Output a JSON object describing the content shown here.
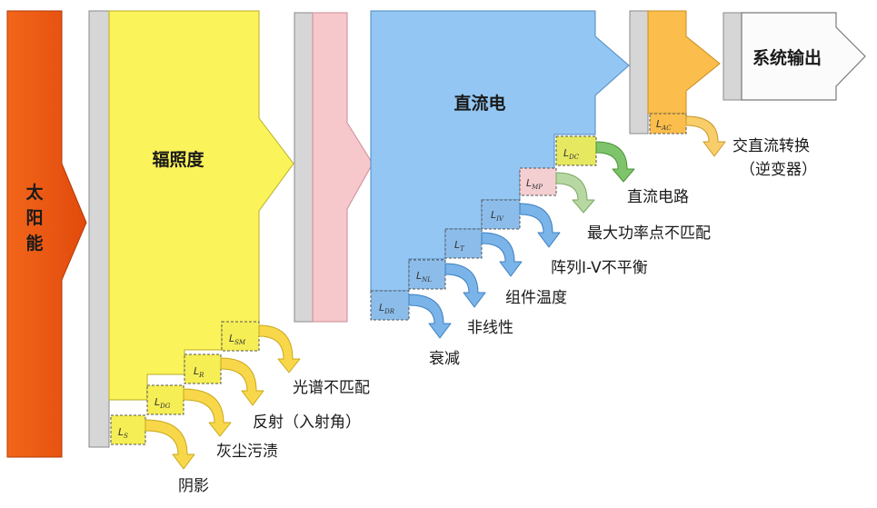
{
  "stages": {
    "solar": "太阳能",
    "irradiance": "辐照度",
    "dc": "直流电",
    "output": "系统输出"
  },
  "losses": {
    "shading": {
      "symbol": "L",
      "sub": "S",
      "label": "阴影"
    },
    "dust": {
      "symbol": "L",
      "sub": "DG",
      "label": "灰尘污渍"
    },
    "reflection": {
      "symbol": "L",
      "sub": "R",
      "label": "反射（入射角）"
    },
    "spectral": {
      "symbol": "L",
      "sub": "SM",
      "label": "光谱不匹配"
    },
    "degradation": {
      "symbol": "L",
      "sub": "DR",
      "label": "衰减"
    },
    "nonlinear": {
      "symbol": "L",
      "sub": "NL",
      "label": "非线性"
    },
    "temperature": {
      "symbol": "L",
      "sub": "T",
      "label": "组件温度"
    },
    "iv_mismatch": {
      "symbol": "L",
      "sub": "IV",
      "label": "阵列I-V不平衡"
    },
    "mpp_mismatch": {
      "symbol": "L",
      "sub": "MP",
      "label": "最大功率点不匹配"
    },
    "dc_circuit": {
      "symbol": "L",
      "sub": "DC",
      "label": "直流电路"
    },
    "inverter": {
      "symbol": "L",
      "sub": "AC",
      "label": "交直流转换",
      "label2": "（逆变器）"
    }
  },
  "colors": {
    "solar": "#ee5a12",
    "irradiance": "#fbf35a",
    "pink": "#f6c7cb",
    "dc": "#93c6f2",
    "inverter": "#fbbe4c",
    "output": "#fbfbfb",
    "yellow_arrow": "#f8d84a",
    "blue_arrow": "#7ab4e8",
    "green_arrow": "#a8d08a",
    "grey_bar": "#d6d6d6"
  }
}
